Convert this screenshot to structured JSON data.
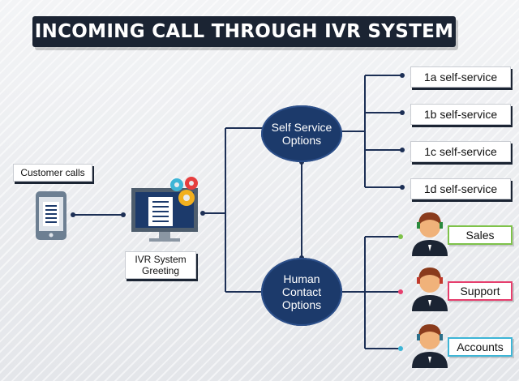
{
  "title": "INCOMING CALL THROUGH IVR SYSTEM",
  "customer_calls": "Customer calls",
  "ivr": {
    "line1": "IVR System",
    "line2": "Greeting"
  },
  "self_service": {
    "line1": "Self Service",
    "line2": "Options"
  },
  "human_contact": {
    "line1": "Human",
    "line2": "Contact",
    "line3": "Options"
  },
  "self_service_items": [
    {
      "label": "1a self-service"
    },
    {
      "label": "1b self-service"
    },
    {
      "label": "1c self-service"
    },
    {
      "label": "1d self-service"
    }
  ],
  "agents": [
    {
      "label": "Sales",
      "color": "#7ec24a"
    },
    {
      "label": "Support",
      "color": "#e63e6d"
    },
    {
      "label": "Accounts",
      "color": "#3db5d6"
    }
  ],
  "colors": {
    "title_bg": "#1b2433",
    "node_fill": "#1c3a6b",
    "line": "#1c2f55"
  }
}
